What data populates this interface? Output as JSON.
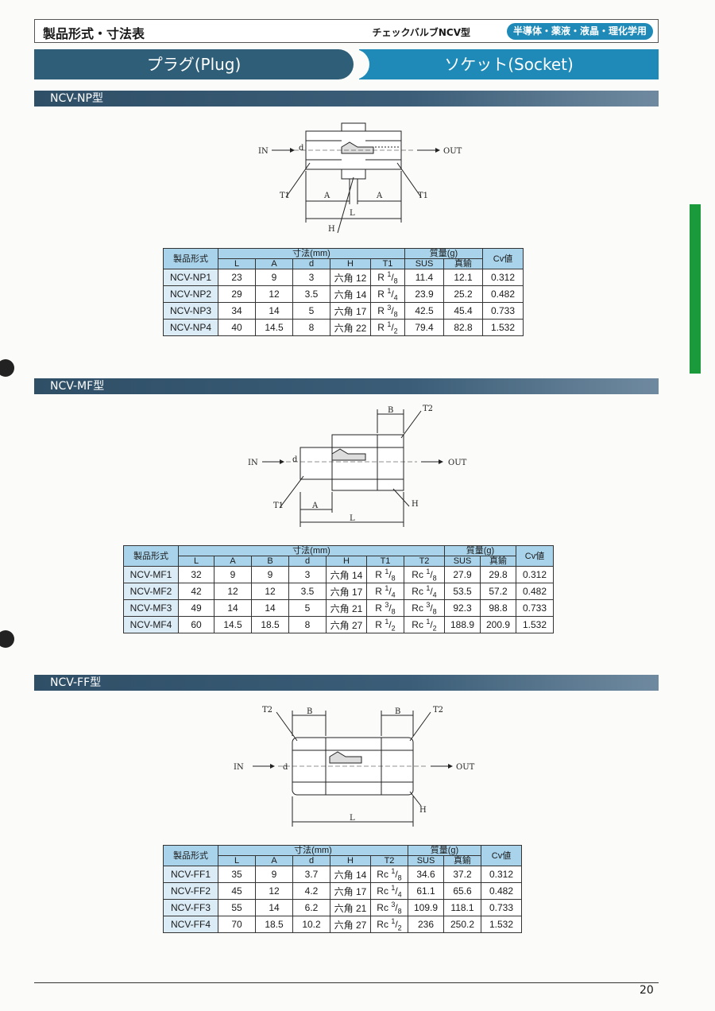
{
  "header": {
    "title": "製品形式・寸法表",
    "subtitle": "チェックバルブNCV型",
    "badge": "半導体・薬液・液晶・理化学用"
  },
  "tabs": {
    "plug": "プラグ(Plug)",
    "socket": "ソケット(Socket)"
  },
  "diagram_labels": {
    "in": "IN",
    "out": "OUT",
    "t1": "T1",
    "t2": "T2",
    "a": "A",
    "b": "B",
    "l": "L",
    "h": "H",
    "d": "d"
  },
  "np": {
    "title": "NCV-NP型",
    "h_model": "製品形式",
    "h_dims": "寸法(mm)",
    "h_mass": "質量(g)",
    "h_cv": "Cv値",
    "cols": [
      "L",
      "A",
      "d",
      "H",
      "T1",
      "SUS",
      "真鍮"
    ],
    "rows": [
      {
        "model": "NCV-NP1",
        "L": "23",
        "A": "9",
        "d": "3",
        "H": "六角 12",
        "T": "R",
        "n": "1",
        "den": "8",
        "sus": "11.4",
        "brass": "12.1",
        "cv": "0.312"
      },
      {
        "model": "NCV-NP2",
        "L": "29",
        "A": "12",
        "d": "3.5",
        "H": "六角 14",
        "T": "R",
        "n": "1",
        "den": "4",
        "sus": "23.9",
        "brass": "25.2",
        "cv": "0.482"
      },
      {
        "model": "NCV-NP3",
        "L": "34",
        "A": "14",
        "d": "5",
        "H": "六角 17",
        "T": "R",
        "n": "3",
        "den": "8",
        "sus": "42.5",
        "brass": "45.4",
        "cv": "0.733"
      },
      {
        "model": "NCV-NP4",
        "L": "40",
        "A": "14.5",
        "d": "8",
        "H": "六角 22",
        "T": "R",
        "n": "1",
        "den": "2",
        "sus": "79.4",
        "brass": "82.8",
        "cv": "1.532"
      }
    ]
  },
  "mf": {
    "title": "NCV-MF型",
    "h_model": "製品形式",
    "h_dims": "寸法(mm)",
    "h_mass": "質量(g)",
    "h_cv": "Cv値",
    "cols": [
      "L",
      "A",
      "B",
      "d",
      "H",
      "T1",
      "T2",
      "SUS",
      "真鍮"
    ],
    "rows": [
      {
        "model": "NCV-MF1",
        "L": "32",
        "A": "9",
        "B": "9",
        "d": "3",
        "H": "六角 14",
        "T1": "R",
        "n1": "1",
        "d1": "8",
        "T2": "Rc",
        "n2": "1",
        "d2": "8",
        "sus": "27.9",
        "brass": "29.8",
        "cv": "0.312"
      },
      {
        "model": "NCV-MF2",
        "L": "42",
        "A": "12",
        "B": "12",
        "d": "3.5",
        "H": "六角 17",
        "T1": "R",
        "n1": "1",
        "d1": "4",
        "T2": "Rc",
        "n2": "1",
        "d2": "4",
        "sus": "53.5",
        "brass": "57.2",
        "cv": "0.482"
      },
      {
        "model": "NCV-MF3",
        "L": "49",
        "A": "14",
        "B": "14",
        "d": "5",
        "H": "六角 21",
        "T1": "R",
        "n1": "3",
        "d1": "8",
        "T2": "Rc",
        "n2": "3",
        "d2": "8",
        "sus": "92.3",
        "brass": "98.8",
        "cv": "0.733"
      },
      {
        "model": "NCV-MF4",
        "L": "60",
        "A": "14.5",
        "B": "18.5",
        "d": "8",
        "H": "六角 27",
        "T1": "R",
        "n1": "1",
        "d1": "2",
        "T2": "Rc",
        "n2": "1",
        "d2": "2",
        "sus": "188.9",
        "brass": "200.9",
        "cv": "1.532"
      }
    ]
  },
  "ff": {
    "title": "NCV-FF型",
    "h_model": "製品形式",
    "h_dims": "寸法(mm)",
    "h_mass": "質量(g)",
    "h_cv": "Cv値",
    "cols": [
      "L",
      "A",
      "d",
      "H",
      "T2",
      "SUS",
      "真鍮"
    ],
    "rows": [
      {
        "model": "NCV-FF1",
        "L": "35",
        "A": "9",
        "d": "3.7",
        "H": "六角 14",
        "T": "Rc",
        "n": "1",
        "den": "8",
        "sus": "34.6",
        "brass": "37.2",
        "cv": "0.312"
      },
      {
        "model": "NCV-FF2",
        "L": "45",
        "A": "12",
        "d": "4.2",
        "H": "六角 17",
        "T": "Rc",
        "n": "1",
        "den": "4",
        "sus": "61.1",
        "brass": "65.6",
        "cv": "0.482"
      },
      {
        "model": "NCV-FF3",
        "L": "55",
        "A": "14",
        "d": "6.2",
        "H": "六角 21",
        "T": "Rc",
        "n": "3",
        "den": "8",
        "sus": "109.9",
        "brass": "118.1",
        "cv": "0.733"
      },
      {
        "model": "NCV-FF4",
        "L": "70",
        "A": "18.5",
        "d": "10.2",
        "H": "六角 27",
        "T": "Rc",
        "n": "1",
        "den": "2",
        "sus": "236",
        "brass": "250.2",
        "cv": "1.532"
      }
    ]
  },
  "page_number": "20"
}
